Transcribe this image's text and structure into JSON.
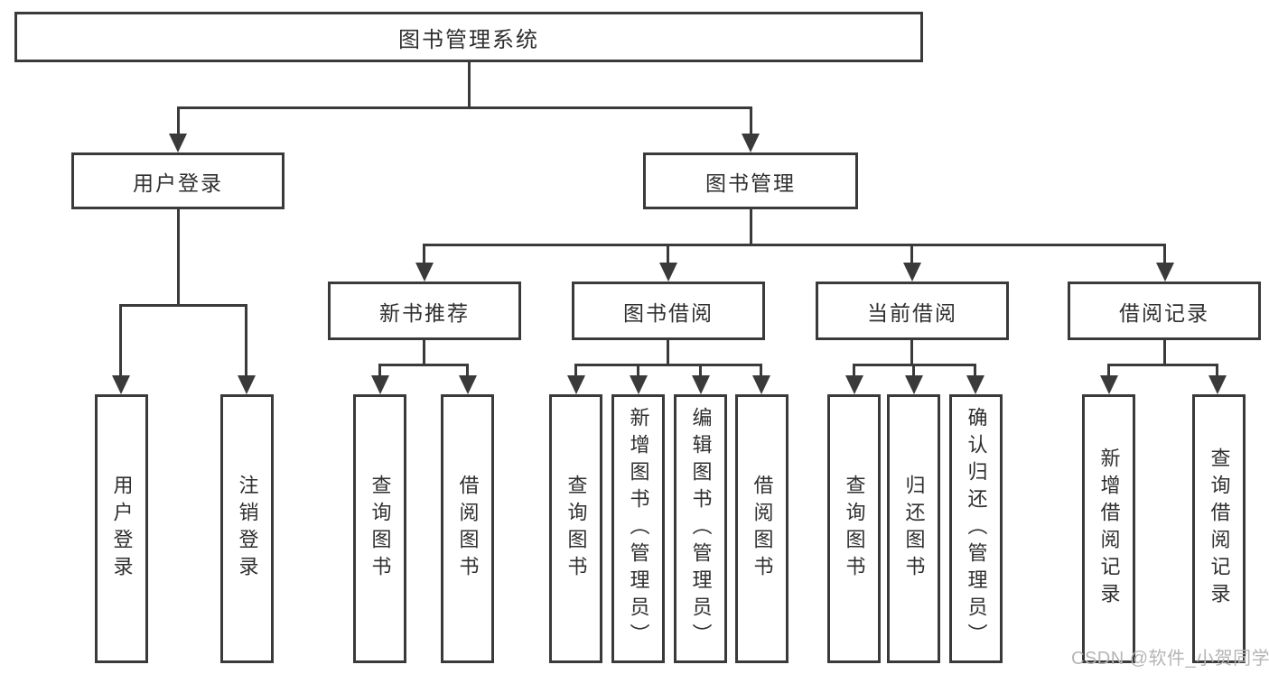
{
  "colors": {
    "line": "#3a3a3a",
    "text": "#2f2f2f",
    "background": "#ffffff",
    "watermark": "#b5b5b5"
  },
  "watermark": {
    "text": "CSDN @软件_小贺同学"
  },
  "tree": {
    "root": {
      "label": "图书管理系统"
    },
    "branches": [
      {
        "label": "用户登录",
        "children": [
          {
            "label": "用户登录"
          },
          {
            "label": "注销登录"
          }
        ]
      },
      {
        "label": "图书管理",
        "children": [
          {
            "label": "新书推荐",
            "children": [
              {
                "label": "查询图书"
              },
              {
                "label": "借阅图书"
              }
            ]
          },
          {
            "label": "图书借阅",
            "children": [
              {
                "label": "查询图书"
              },
              {
                "label": "新增图书（管理员）"
              },
              {
                "label": "编辑图书（管理员）"
              },
              {
                "label": "借阅图书"
              }
            ]
          },
          {
            "label": "当前借阅",
            "children": [
              {
                "label": "查询图书"
              },
              {
                "label": "归还图书"
              },
              {
                "label": "确认归还（管理员）"
              }
            ]
          },
          {
            "label": "借阅记录",
            "children": [
              {
                "label": "新增借阅记录"
              },
              {
                "label": "查询借阅记录"
              }
            ]
          }
        ]
      }
    ]
  }
}
